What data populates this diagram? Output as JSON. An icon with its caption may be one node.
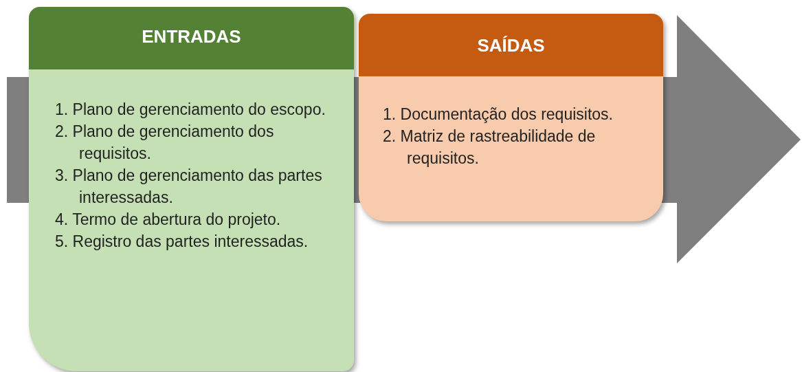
{
  "diagram": {
    "nodes": [
      {
        "text": [
          "ENTRADAS",
          "1. Plano de gerenciamento do escopo.",
          "2. Plano de gerenciamento dos requisitos.",
          "3. Plano de gerenciamento das partes interessadas.",
          "4. Termo de abertura do projeto.",
          "5. Registro das partes interessadas."
        ]
      },
      {
        "text": [
          "SAÍDAS",
          "1. Documentação dos requisitos.",
          "2. Matriz de rastreabilidade de requisitos."
        ]
      }
    ]
  }
}
